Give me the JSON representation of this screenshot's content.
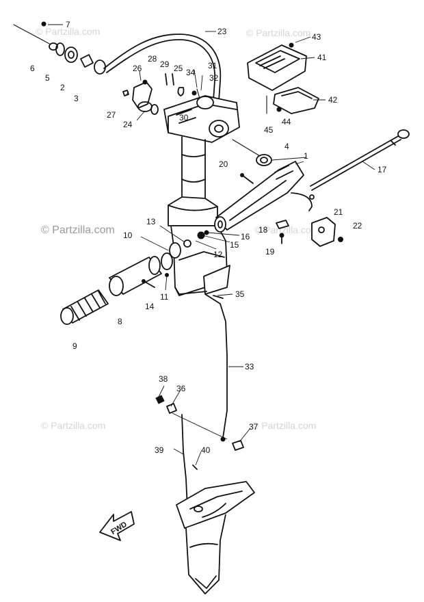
{
  "watermark": {
    "text": "© Partzilla.com",
    "positions": [
      {
        "label": "top-left"
      },
      {
        "label": "top-right"
      },
      {
        "label": "middle-left"
      },
      {
        "label": "middle-right"
      },
      {
        "label": "bottom-left"
      },
      {
        "label": "bottom-right"
      }
    ]
  },
  "direction_marker": {
    "text": "FWD"
  },
  "callouts": [
    {
      "number": "1"
    },
    {
      "number": "2"
    },
    {
      "number": "3"
    },
    {
      "number": "4"
    },
    {
      "number": "5"
    },
    {
      "number": "6"
    },
    {
      "number": "7"
    },
    {
      "number": "8"
    },
    {
      "number": "9"
    },
    {
      "number": "10"
    },
    {
      "number": "11"
    },
    {
      "number": "12"
    },
    {
      "number": "13"
    },
    {
      "number": "14"
    },
    {
      "number": "15"
    },
    {
      "number": "16"
    },
    {
      "number": "17"
    },
    {
      "number": "18"
    },
    {
      "number": "19"
    },
    {
      "number": "20"
    },
    {
      "number": "21"
    },
    {
      "number": "22"
    },
    {
      "number": "23"
    },
    {
      "number": "24"
    },
    {
      "number": "25"
    },
    {
      "number": "26"
    },
    {
      "number": "27"
    },
    {
      "number": "28"
    },
    {
      "number": "29"
    },
    {
      "number": "30"
    },
    {
      "number": "31"
    },
    {
      "number": "32"
    },
    {
      "number": "33"
    },
    {
      "number": "34"
    },
    {
      "number": "35"
    },
    {
      "number": "36"
    },
    {
      "number": "37"
    },
    {
      "number": "38"
    },
    {
      "number": "39"
    },
    {
      "number": "40"
    },
    {
      "number": "41"
    },
    {
      "number": "42"
    },
    {
      "number": "43"
    },
    {
      "number": "44"
    },
    {
      "number": "45"
    }
  ],
  "colors": {
    "ink": "#111111",
    "watermark": "#d4d4d4",
    "background": "#ffffff"
  }
}
